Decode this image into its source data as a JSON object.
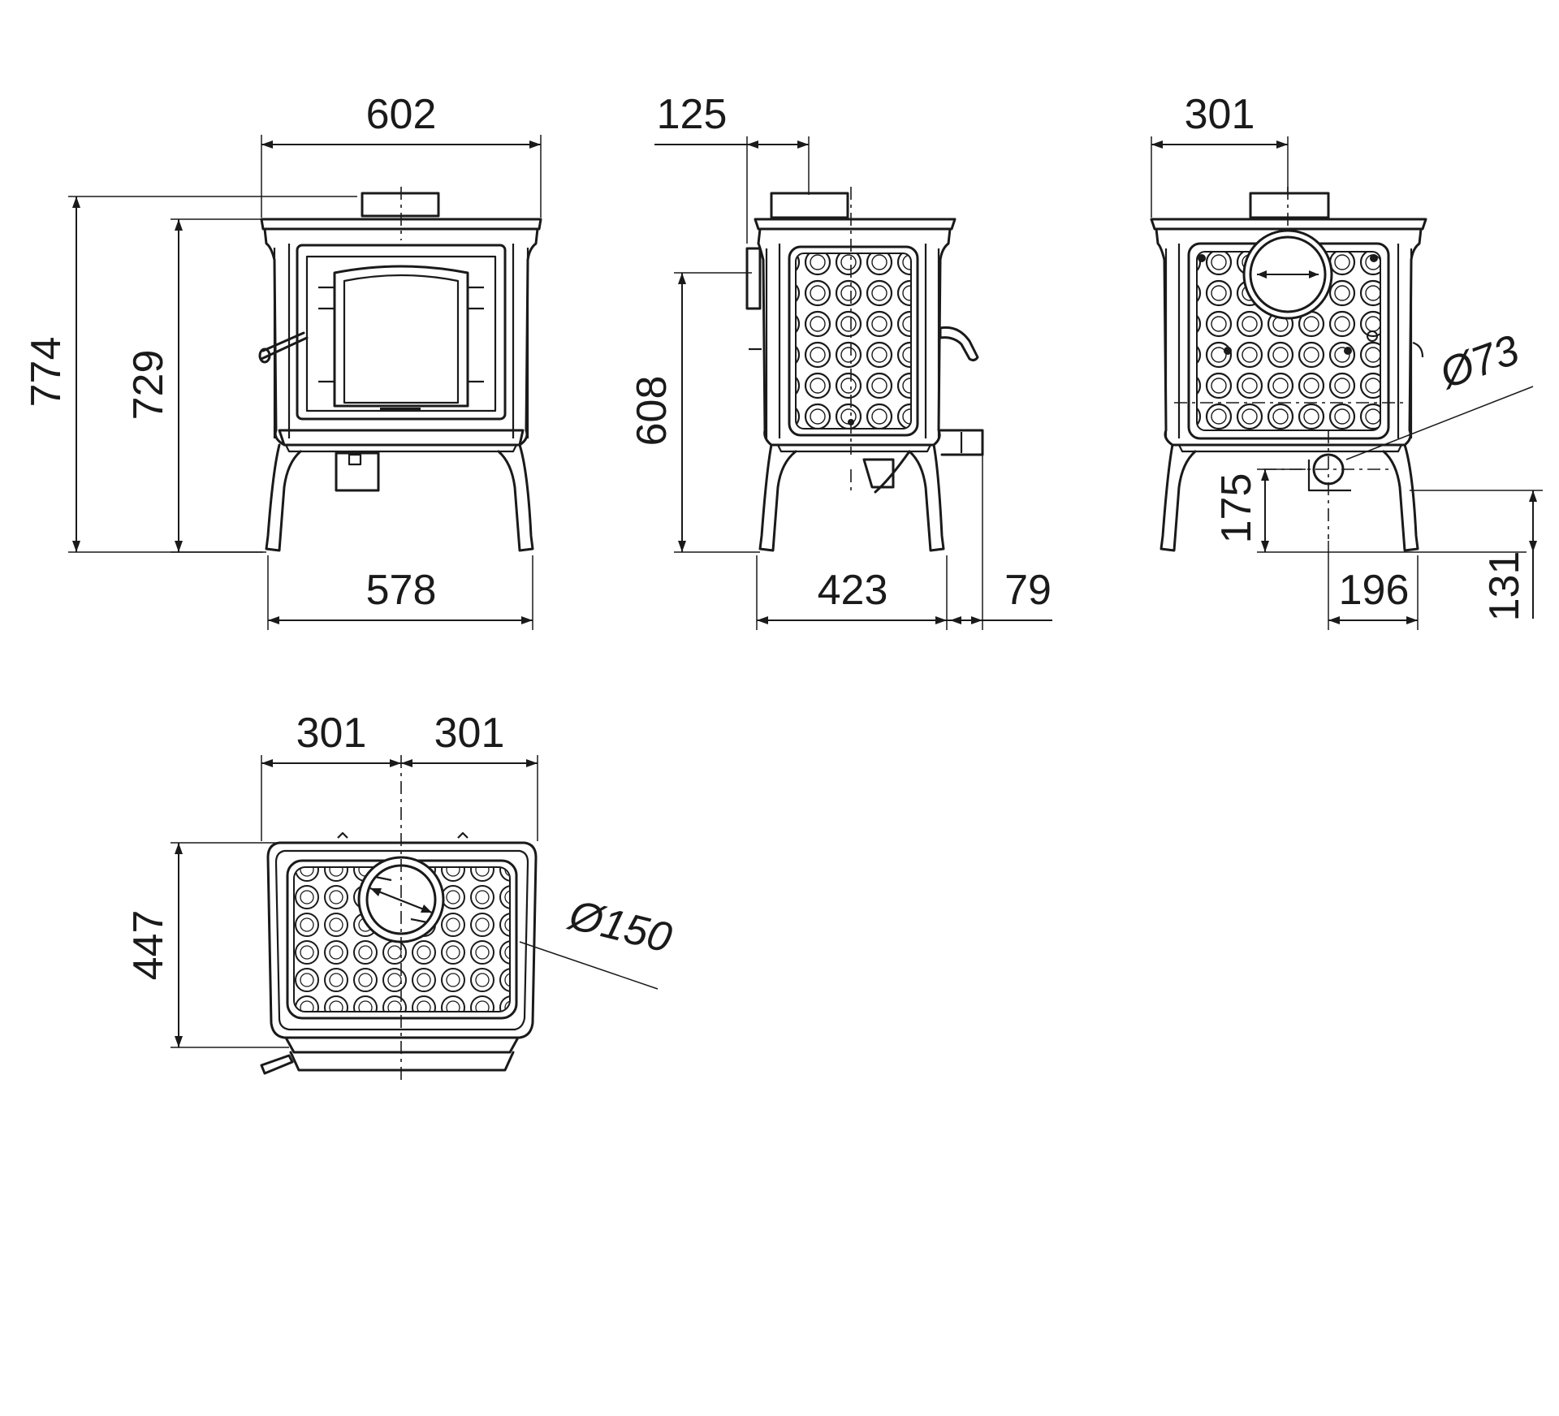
{
  "front_view": {
    "width_top": "602",
    "height_total": "774",
    "height_top": "729",
    "width_legs": "578"
  },
  "side_view": {
    "rear_offset": "125",
    "outlet_height": "608",
    "depth_legs": "423",
    "handle_projection": "79"
  },
  "rear_view": {
    "half_width": "301",
    "diameter_label": "Ø73",
    "inlet_height": "175",
    "inlet_offset": "196",
    "base_height": "131"
  },
  "top_view": {
    "half_width_left": "301",
    "half_width_right": "301",
    "depth": "447",
    "diameter_label": "Ø150"
  }
}
